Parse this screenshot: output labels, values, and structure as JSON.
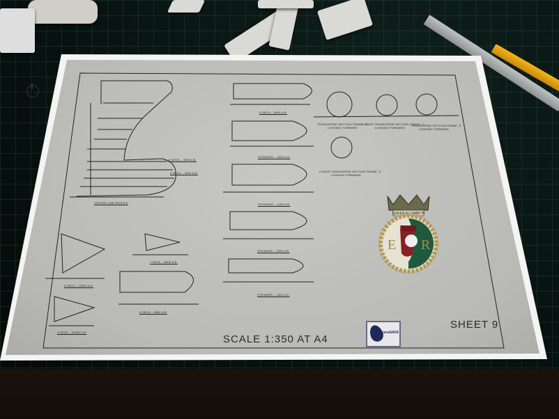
{
  "scene": {
    "description": "Photograph of a ship model technical drawing sheet lit on an LED light box over a green cutting mat",
    "colors": {
      "background_dark": "#071210",
      "cutting_mat_grid": "#3c8c78",
      "light_box": "#f4f4f2",
      "paper": "#c0c0bd",
      "desk": "#1a120d",
      "pencil": "#f2b61a",
      "ink": "#222222",
      "crest_green": "#1f5a3c",
      "crest_red": "#8a1f24",
      "crest_gold": "#b59a55",
      "logo_blue": "#1e2a5a"
    }
  },
  "drawing": {
    "profile": {
      "title": "CENTRE LINE PROFILE",
      "callouts": [
        "0 DECK – 4500 A.B.",
        "0 DECK – 3000 A.B."
      ]
    },
    "deck_plans": [
      {
        "label": "0 DECK – 3500 A.B."
      },
      {
        "label": "STRINGER – 3000 A.B."
      },
      {
        "label": "STRINGER – 4150 A.B."
      },
      {
        "label": "STRINGER – 2000 A.B."
      },
      {
        "label": "STRINGER – 1000 A.B."
      }
    ],
    "bow_sections": [
      {
        "label": "5 DECK – 15500 A.B."
      },
      {
        "label": "7 DECK – 8500 A.B."
      },
      {
        "label": "6 DECK – 9500 A.B."
      },
      {
        "label": "6 DECK – 12500 A.B."
      }
    ],
    "transverse_sections": [
      {
        "label": "TRANSVERSE SECTION FRAME -5",
        "sub": "LOOKING FORWARD"
      },
      {
        "label": "LOWER TRANSVERSE SECTION FRAME -7",
        "sub": "LOOKING FORWARD"
      },
      {
        "label": "TRANSVERSE SECTION FRAME -9",
        "sub": "LOOKING FORWARD"
      },
      {
        "label": "LOWER TRANSVERSE SECTION FRAME -9",
        "sub": "LOOKING FORWARD"
      }
    ],
    "crest": {
      "ship_name": "QUEEN ELIZABETH",
      "letters": [
        "E",
        "R"
      ]
    },
    "footer": {
      "scale": "SCALE 1:350 AT A4",
      "sheet": "SHEET 9",
      "logo_text": "newSAFE"
    }
  }
}
